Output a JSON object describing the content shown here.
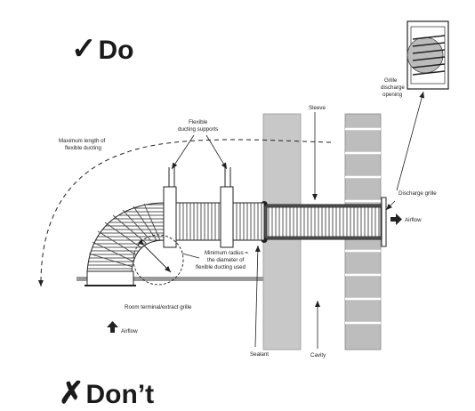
{
  "headings": {
    "do_mark": "✓",
    "do_text": "Do",
    "dont_mark": "✗",
    "dont_text": "Don’t"
  },
  "labels": {
    "max_length_1": "Maximum length of",
    "max_length_2": "flexible ducting",
    "supports_1": "Flexible",
    "supports_2": "ducting supports",
    "sleeve": "Sleeve",
    "grille_opening_1": "Grille",
    "grille_opening_2": "discharge",
    "grille_opening_3": "opening",
    "discharge_grille": "Discharge grille",
    "airflow_right": "Airflow",
    "min_radius_1": "Minimum radius =",
    "min_radius_2": "the diameter of",
    "min_radius_3": "flexible ducting used",
    "room_terminal": "Room terminal/extract grille",
    "airflow_bottom": "Airflow",
    "sealant": "Sealant",
    "cavity": "Cavity"
  },
  "colors": {
    "wall": "#c8c8c8",
    "brick": "#bdbdbd",
    "line": "#222222",
    "floor": "#9a9a9a"
  }
}
